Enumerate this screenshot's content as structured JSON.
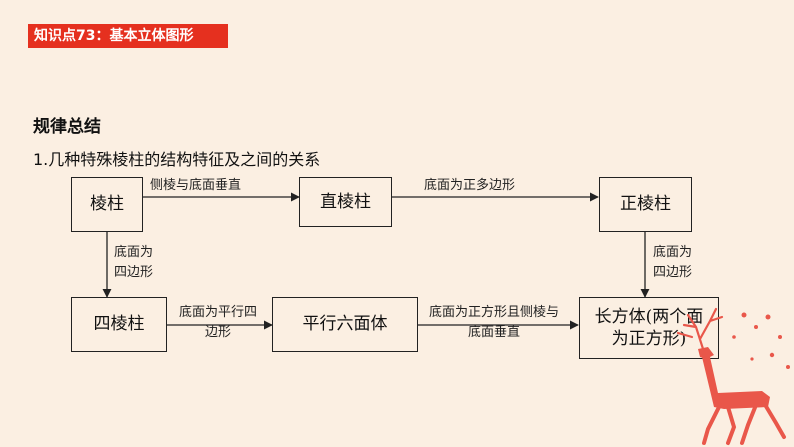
{
  "slide_title": "知识点73：基本立体图形",
  "section_heading": "规律总结",
  "subheading": "1.几种特殊棱柱的结构特征及之间的关系",
  "nodes": {
    "prism": "棱柱",
    "right_prism": "直棱柱",
    "regular_prism": "正棱柱",
    "quad_prism": "四棱柱",
    "parallelepiped": "平行六面体",
    "cuboid": "长方体(两个面为正方形)"
  },
  "edges": {
    "prism_to_right": "侧棱与底面垂直",
    "right_to_regular": "底面为正多边形",
    "prism_to_quad": "底面为四边形",
    "regular_to_cuboid": "底面为四边形",
    "quad_to_parallelepiped": "底面为平行四边形",
    "parallelepiped_to_cuboid": "底面为正方形且侧棱与底面垂直"
  },
  "colors": {
    "title_bg": "#e5301f",
    "background": "#fbefe2",
    "deer": "#e9574a"
  }
}
